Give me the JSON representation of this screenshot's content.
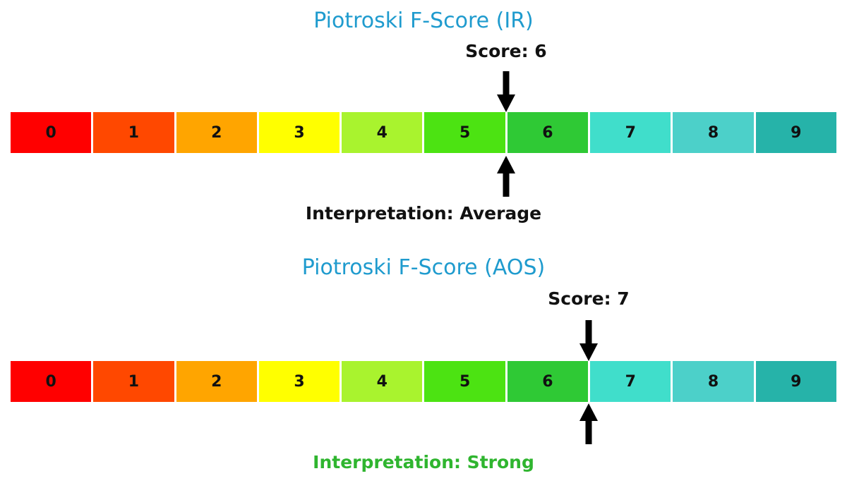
{
  "accent_title_color": "#1F9BCE",
  "scale": {
    "labels": [
      "0",
      "1",
      "2",
      "3",
      "4",
      "5",
      "6",
      "7",
      "8",
      "9"
    ],
    "colors": [
      "#FF0000",
      "#FF4800",
      "#FFA500",
      "#FFFF00",
      "#A9F32E",
      "#4CE312",
      "#2FC935",
      "#40DECB",
      "#4CD0C9",
      "#26B3A9"
    ]
  },
  "charts": [
    {
      "title": "Piotroski F-Score (IR)",
      "score": 6,
      "score_label": "Score: 6",
      "interpretation_label": "Interpretation: Average",
      "interpretation_color": "#111111"
    },
    {
      "title": "Piotroski F-Score (AOS)",
      "score": 7,
      "score_label": "Score: 7",
      "interpretation_label": "Interpretation: Strong",
      "interpretation_color": "#2FB52F"
    }
  ],
  "chart_data": [
    {
      "type": "scale",
      "title": "Piotroski F-Score (IR)",
      "score": 6,
      "score_annotation": "Score: 6",
      "interpretation": "Average",
      "interpretation_annotation": "Interpretation: Average",
      "categories": [
        "0",
        "1",
        "2",
        "3",
        "4",
        "5",
        "6",
        "7",
        "8",
        "9"
      ],
      "cell_colors": [
        "#FF0000",
        "#FF4800",
        "#FFA500",
        "#FFFF00",
        "#A9F32E",
        "#4CE312",
        "#2FC935",
        "#40DECB",
        "#4CD0C9",
        "#26B3A9"
      ],
      "xlim": [
        0,
        10
      ],
      "marker": "arrows above and below bar at x=6"
    },
    {
      "type": "scale",
      "title": "Piotroski F-Score (AOS)",
      "score": 7,
      "score_annotation": "Score: 7",
      "interpretation": "Strong",
      "interpretation_annotation": "Interpretation: Strong",
      "categories": [
        "0",
        "1",
        "2",
        "3",
        "4",
        "5",
        "6",
        "7",
        "8",
        "9"
      ],
      "cell_colors": [
        "#FF0000",
        "#FF4800",
        "#FFA500",
        "#FFFF00",
        "#A9F32E",
        "#4CE312",
        "#2FC935",
        "#40DECB",
        "#4CD0C9",
        "#26B3A9"
      ],
      "xlim": [
        0,
        10
      ],
      "marker": "arrows above and below bar at x=7"
    }
  ]
}
